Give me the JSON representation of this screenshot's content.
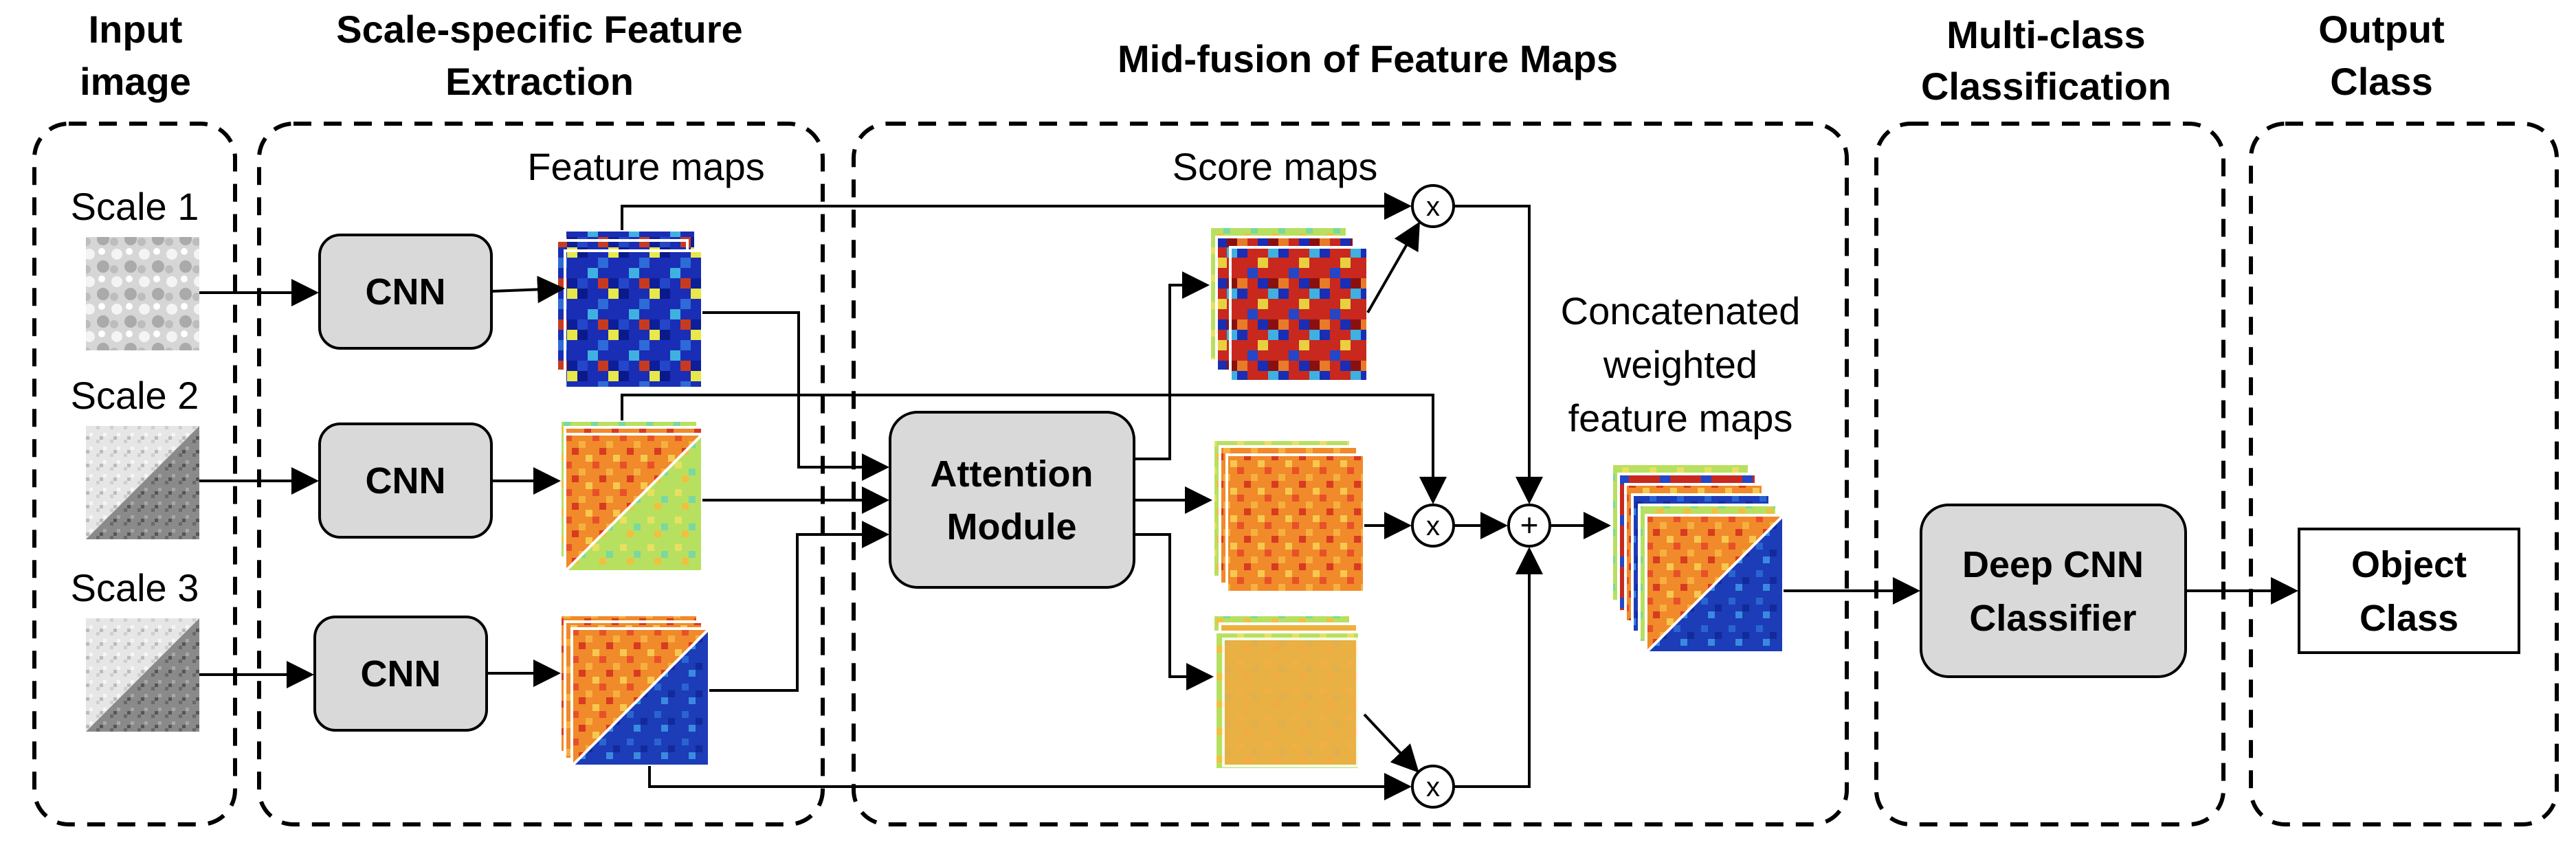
{
  "headers": {
    "input_line1": "Input",
    "input_line2": "image",
    "extract_line1": "Scale-specific Feature",
    "extract_line2": "Extraction",
    "fusion": "Mid-fusion of Feature Maps",
    "multi_line1": "Multi-class",
    "multi_line2": "Classification",
    "output_line1": "Output",
    "output_line2": "Class"
  },
  "inputs": {
    "scale1": "Scale 1",
    "scale2": "Scale 2",
    "scale3": "Scale 3"
  },
  "cnn_label": "CNN",
  "feature_maps_label": "Feature maps",
  "score_maps_label": "Score maps",
  "attention": {
    "line1": "Attention",
    "line2": "Module"
  },
  "concat": {
    "line1": "Concatenated",
    "line2": "weighted",
    "line3": "feature maps"
  },
  "classifier": {
    "line1": "Deep CNN",
    "line2": "Classifier"
  },
  "output": {
    "line1": "Object",
    "line2": "Class"
  },
  "operators": {
    "multiply": "x",
    "add": "+"
  }
}
